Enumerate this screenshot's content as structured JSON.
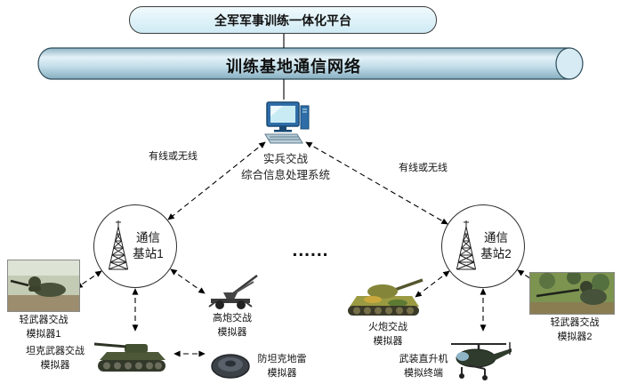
{
  "diagram": {
    "platform": {
      "title": "全军军事训练一体化平台"
    },
    "network": {
      "label": "训练基地通信网络"
    },
    "processor": {
      "line1": "实兵交战",
      "line2": "综合信息处理系统"
    },
    "links": {
      "left": "有线或无线",
      "right": "有线或无线"
    },
    "ellipsis": "......",
    "stations": {
      "s1": {
        "line1": "通信",
        "line2": "基站1"
      },
      "s2": {
        "line1": "通信",
        "line2": "基站2"
      }
    },
    "simulators": {
      "light1": {
        "line1": "轻武器交战",
        "line2": "模拟器1"
      },
      "tank": {
        "line1": "坦克武器交战",
        "line2": "模拟器"
      },
      "aa_gun": {
        "line1": "高炮交战",
        "line2": "模拟器"
      },
      "mine": {
        "line1": "防坦克地雷",
        "line2": "模拟器"
      },
      "artillery": {
        "line1": "火炮交战",
        "line2": "模拟器"
      },
      "helicopter": {
        "line1": "武装直升机",
        "line2": "模拟终端"
      },
      "light2": {
        "line1": "轻武器交战",
        "line2": "模拟器2"
      }
    },
    "colors": {
      "title_box_bg": "#dff1f8",
      "cylinder_fill": "#b8d4e0",
      "line": "#000000",
      "background": "#ffffff"
    }
  }
}
